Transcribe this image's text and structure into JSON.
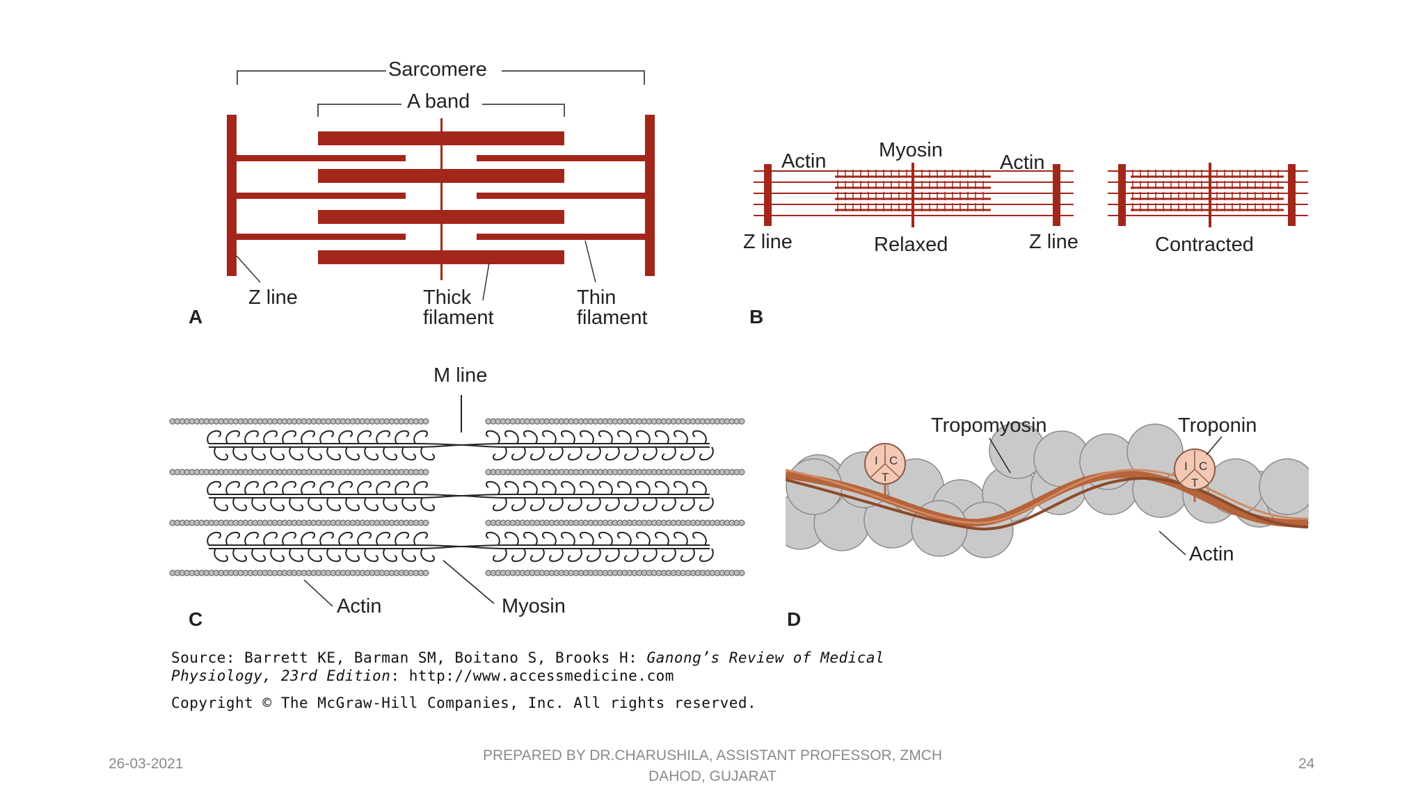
{
  "panel_a": {
    "letter": "A",
    "sarcomere": "Sarcomere",
    "a_band": "A band",
    "z_line": "Z line",
    "thick_filament": [
      "Thick",
      "filament"
    ],
    "thin_filament": [
      "Thin",
      "filament"
    ]
  },
  "panel_b": {
    "letter": "B",
    "actin_left": "Actin",
    "myosin": "Myosin",
    "actin_right": "Actin",
    "z_line_left": "Z line",
    "relaxed": "Relaxed",
    "z_line_right": "Z line",
    "contracted": "Contracted"
  },
  "panel_c": {
    "letter": "C",
    "m_line": "M line",
    "actin": "Actin",
    "myosin": "Myosin"
  },
  "panel_d": {
    "letter": "D",
    "tropomyosin": "Tropomyosin",
    "troponin": "Troponin",
    "actin": "Actin",
    "troponin_subunits": [
      "I",
      "C",
      "T"
    ]
  },
  "source": {
    "prefix": "Source: Barrett KE, Barman SM, Boitano S, Brooks H: ",
    "book_line1": "Ganong’s Review of Medical",
    "book_line2": "Physiology, 23rd Edition",
    "url": ": http://www.accessmedicine.com",
    "copyright": "Copyright © The McGraw-Hill Companies, Inc. All rights reserved."
  },
  "footer": {
    "date": "26-03-2021",
    "credit_line1": "PREPARED BY DR.CHARUSHILA, ASSISTANT PROFESSOR, ZMCH",
    "credit_line2": "DAHOD, GUJARAT",
    "page_number": "24"
  },
  "colors": {
    "muscle_red": "#a3261a",
    "tropomyosin_brown": "#b5643c",
    "actin_gray": "#c9c9c9",
    "troponin_pink": "#f3c9b6",
    "footer_gray": "#8a8a8a"
  }
}
